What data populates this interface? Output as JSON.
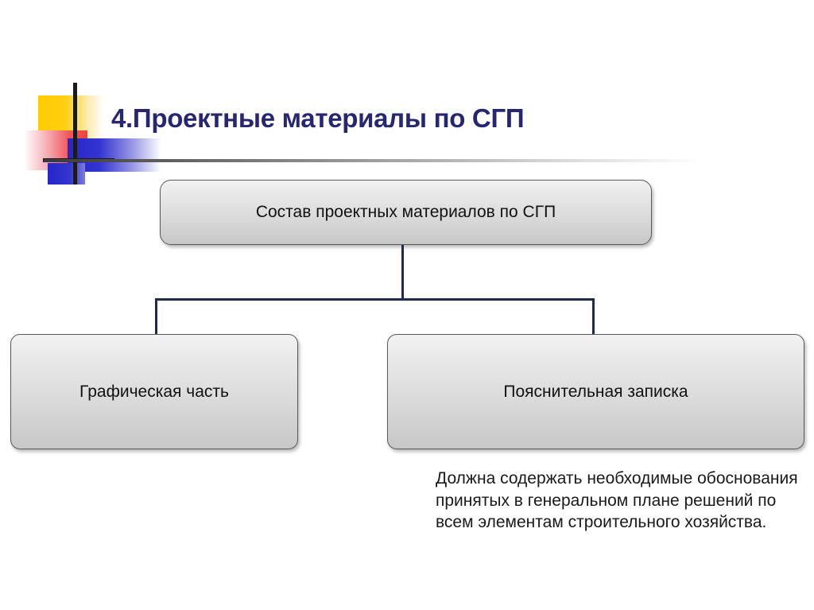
{
  "slide": {
    "title": "4.Проектные материалы по СГП",
    "background_color": "#ffffff",
    "title_color": "#262671"
  },
  "logo": {
    "name": "decorative-logo-mark",
    "swatches": {
      "yellow": "#ffcc00",
      "red": "#f04040",
      "blue": "#2626c9",
      "line": "#1a1a1a"
    }
  },
  "diagram": {
    "connector_color": "#1f2a53",
    "node_border_color": "#595959",
    "nodes": {
      "root": {
        "label": "Состав проектных материалов по СГП"
      },
      "left": {
        "label": "Графическая часть"
      },
      "right": {
        "label": "Пояснительная записка"
      }
    }
  },
  "note": {
    "text": "Должна содержать необходимые обоснования принятых в генеральном плане решений по всем элементам строительного хозяйства."
  }
}
